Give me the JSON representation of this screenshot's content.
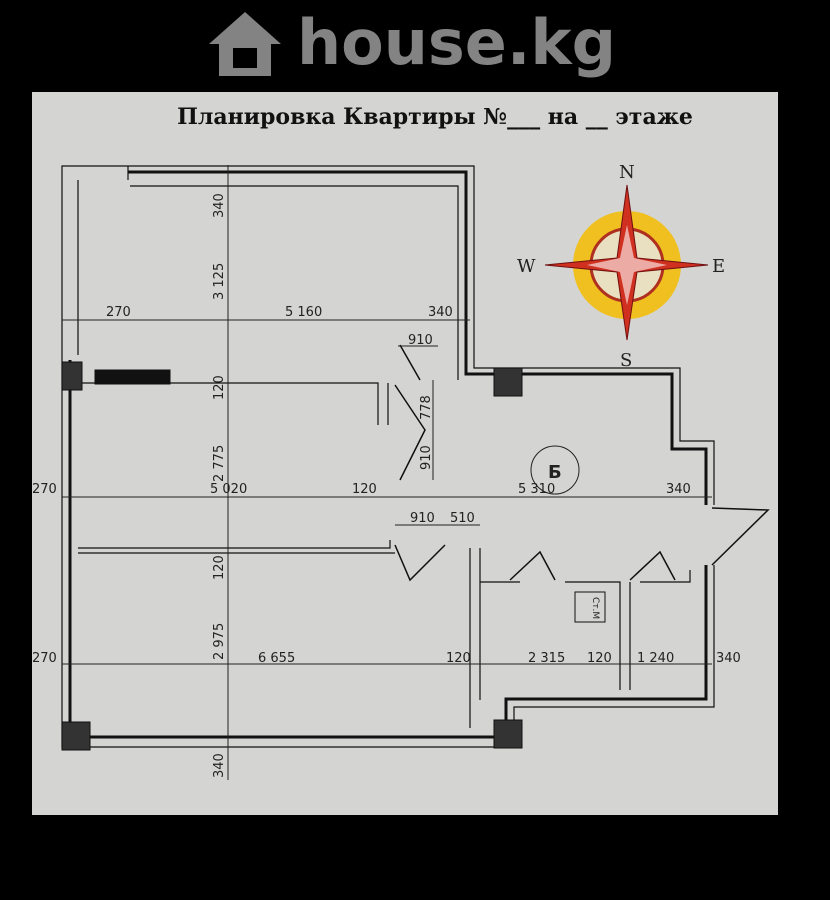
{
  "watermark": {
    "text": "house.kg",
    "icon": "house-icon"
  },
  "title": "Планировка Квартиры №___ на __ этаже",
  "compass": {
    "n": "N",
    "s": "S",
    "w": "W",
    "e": "E"
  },
  "room_label": "Б",
  "closet_label": "Ст.М",
  "dims_row1": [
    "270",
    "5 160",
    "340"
  ],
  "dims_row2": [
    "270",
    "5 020",
    "120",
    "5 310",
    "340"
  ],
  "dims_row3": [
    "270",
    "6 655",
    "120",
    "2 315",
    "120",
    "1 240",
    "340"
  ],
  "dims_vertical": [
    "340",
    "3 125",
    "120",
    "2 775",
    "120",
    "2 975",
    "340"
  ],
  "dims_door": [
    "910",
    "778",
    "910",
    "910",
    "510"
  ],
  "colors": {
    "paper": "#d4d4d2",
    "wall": "#111111",
    "compass_ring": "#f0c020",
    "compass_star": "#d03020"
  }
}
